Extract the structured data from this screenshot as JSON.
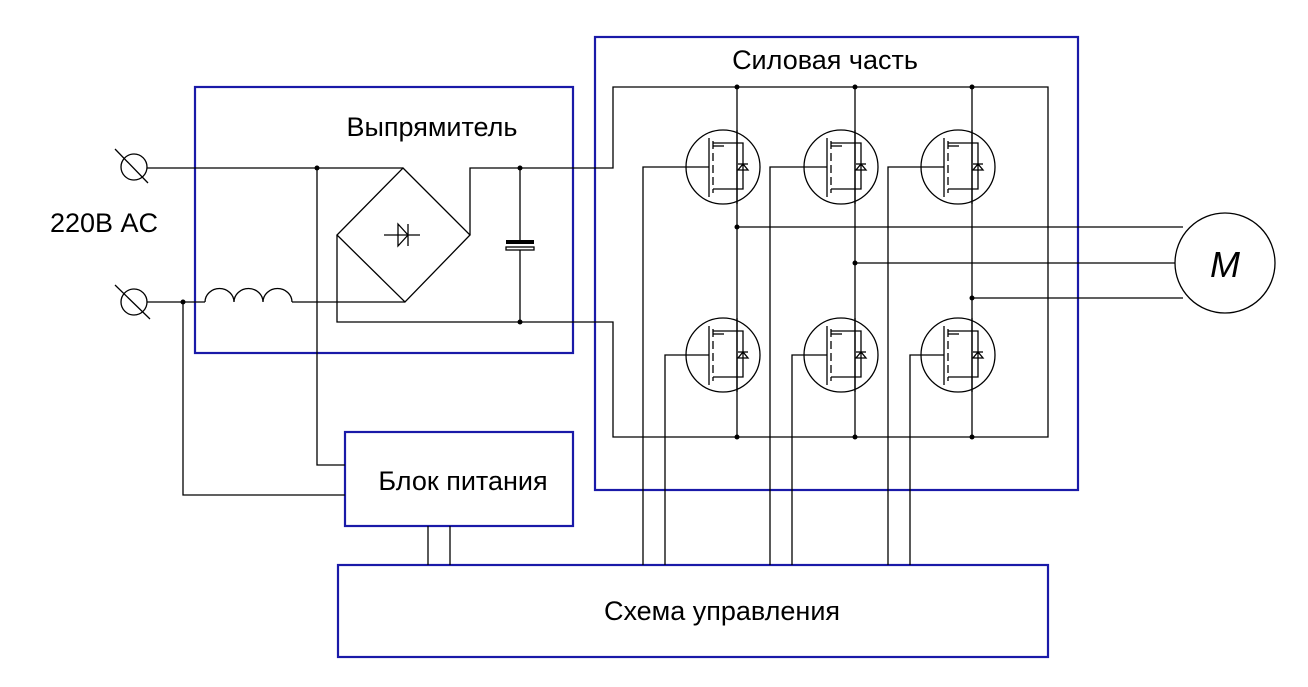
{
  "labels": {
    "ac_input": "220В AC",
    "rectifier": "Выпрямитель",
    "power_section": "Силовая часть",
    "power_supply": "Блок питания",
    "control_circuit": "Схема управления",
    "motor": "M"
  },
  "colors": {
    "block_border": "#1a1aa8",
    "wire": "#000000"
  }
}
